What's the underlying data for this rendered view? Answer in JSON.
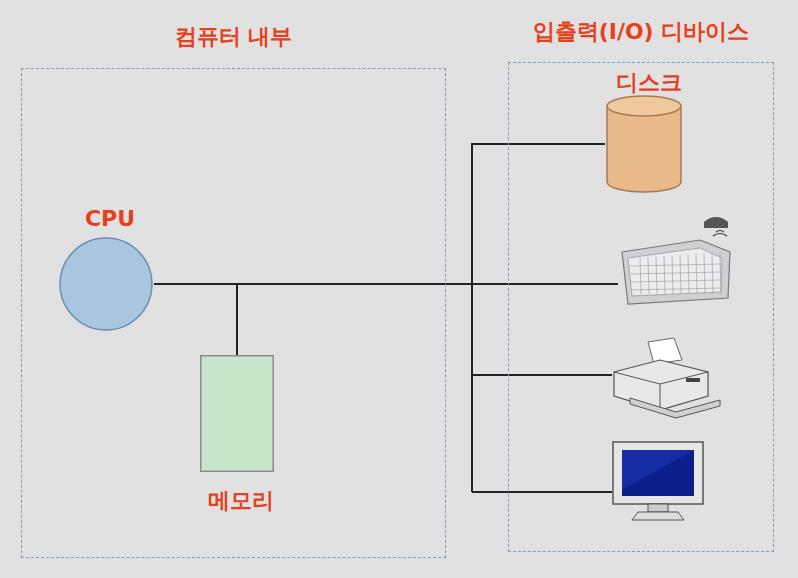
{
  "diagram": {
    "nodes": [
      {
        "text": [
          "컴퓨터 내부"
        ]
      },
      {
        "text": [
          "CPU"
        ],
        "in": 0
      },
      {
        "text": [
          "메모리"
        ],
        "in": 0
      },
      {
        "text": [
          "입출력(I/O) 디바이스"
        ]
      },
      {
        "text": [
          "디스크"
        ],
        "in": 3
      }
    ],
    "edges": [
      {
        "from": 1,
        "to": 2,
        "arrow": "none"
      },
      {
        "from": 1,
        "to": 4,
        "arrow": "none"
      }
    ]
  }
}
